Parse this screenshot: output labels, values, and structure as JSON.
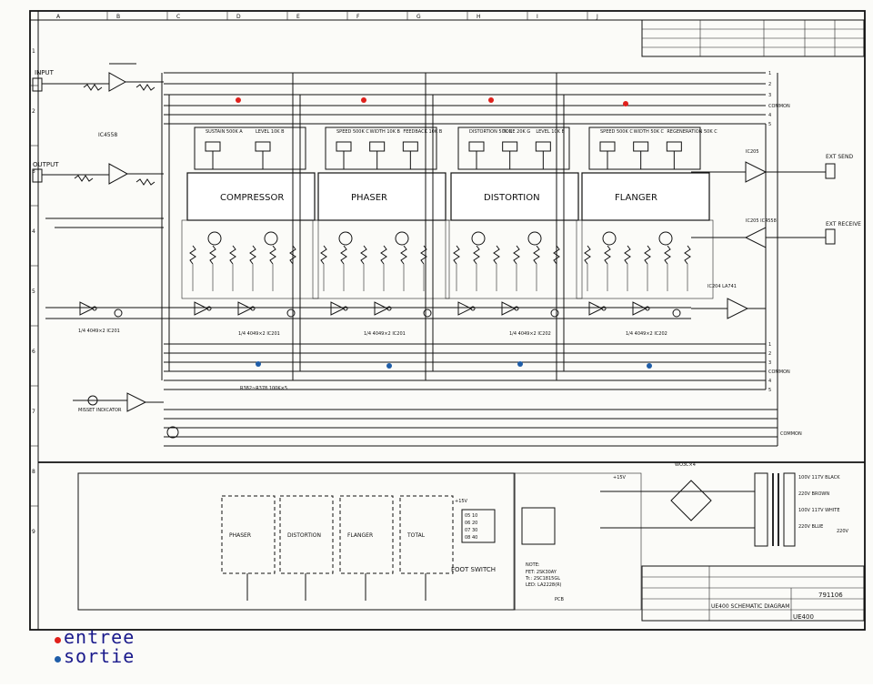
{
  "grid": {
    "columns": [
      "A",
      "B",
      "C",
      "D",
      "E",
      "F",
      "G",
      "H",
      "I",
      "J"
    ],
    "rows": [
      "1",
      "2",
      "3",
      "4",
      "5",
      "6",
      "7",
      "8",
      "9"
    ]
  },
  "effects_top": [
    {
      "name": "COMPRESSOR",
      "controls": [
        "SUSTAIN 500K A",
        "LEVEL 10K B"
      ]
    },
    {
      "name": "PHASER",
      "controls": [
        "SPEED 500K C",
        "WIDTH 10K B",
        "FEEDBACK 10K B"
      ]
    },
    {
      "name": "DISTORTION",
      "controls": [
        "DISTORTION 50K C",
        "TONE 20K G",
        "LEVEL 10K B"
      ]
    },
    {
      "name": "FLANGER",
      "controls": [
        "SPEED 500K C",
        "WIDTH 50K C",
        "REGENERATION 50K C"
      ]
    }
  ],
  "bus_labels": [
    "1",
    "2",
    "3",
    "COMMON",
    "4",
    "5"
  ],
  "io": {
    "input": "INPUT",
    "output": "OUTPUT",
    "ext_send": "EXT SEND",
    "ext_receive": "EXT RECEIVE",
    "ic_top_left": "IC4558",
    "ic205_a": "IC205",
    "ic205_b": "IC205 IC4558",
    "ic204": "IC204 LA741"
  },
  "misc_labels": {
    "missset": "MISSET INDICATOR",
    "resistor_array": "R382~R378 100K×5",
    "ic201_a": "1/4 4049×2 IC201",
    "ic201_b": "1/4 4049×2 IC201",
    "ic202_a": "1/4 4049×2 IC202",
    "ic202_b": "1/4 4049×2 IC202",
    "ic201_c": "1/4 4049×2 IC201"
  },
  "bottom_blocks": [
    "PHASER",
    "DISTORTION",
    "FLANGER",
    "TOTAL"
  ],
  "foot_switch": "FOOT SWITCH",
  "foot_switch_pins": [
    "05 10",
    "06 20",
    "07 30",
    "08 40"
  ],
  "power": {
    "bridge": "WO3C×4",
    "v15": "+15V",
    "transformer": [
      "100V 117V BLACK",
      "220V BROWN",
      "100V 117V WHITE",
      "220V BLUE"
    ],
    "ac": "220V"
  },
  "notes": {
    "title": "NOTE:",
    "lines": [
      "FET: 2SK30AY",
      "Tr.: 2SC1815GL",
      "LED: LA2228(R)"
    ],
    "pcb": "PCB"
  },
  "title_block": {
    "drawing_no": "791106",
    "title": "UE400 SCHEMATIC DIAGRAM",
    "model": "UE400"
  },
  "legend": {
    "entree": "entree",
    "sortie": "sortie",
    "entree_color": "#e0201b",
    "sortie_color": "#1f5da8"
  },
  "colors": {
    "entree_dot": "#e0201b",
    "sortie_dot": "#1f5da8",
    "ink": "#111111"
  }
}
